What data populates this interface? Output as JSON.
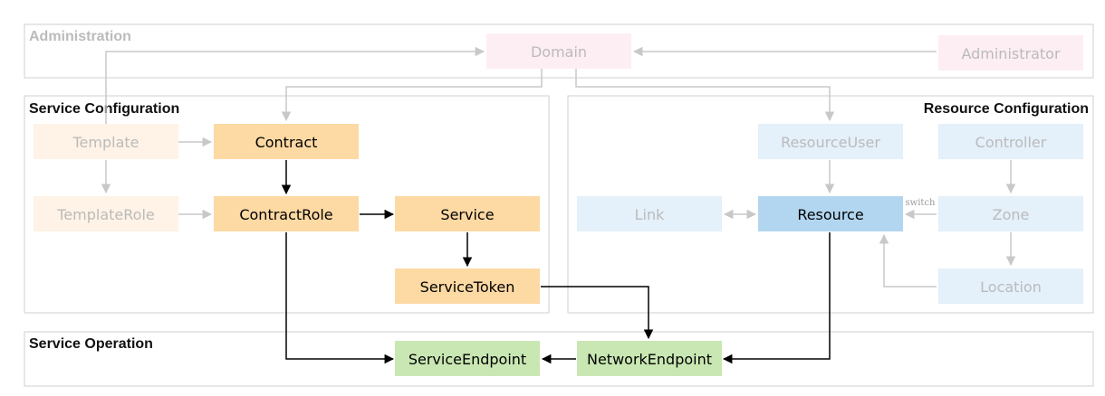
{
  "groups": {
    "administration": "Administration",
    "service_configuration": "Service Configuration",
    "resource_configuration": "Resource Configuration",
    "service_operation": "Service Operation"
  },
  "nodes": {
    "domain": "Domain",
    "administrator": "Administrator",
    "template": "Template",
    "contract": "Contract",
    "template_role": "TemplateRole",
    "contract_role": "ContractRole",
    "service": "Service",
    "service_token": "ServiceToken",
    "resource_user": "ResourceUser",
    "controller": "Controller",
    "link": "Link",
    "resource": "Resource",
    "zone": "Zone",
    "location": "Location",
    "service_endpoint": "ServiceEndpoint",
    "network_endpoint": "NetworkEndpoint"
  },
  "edge_labels": {
    "switch": "switch"
  },
  "colors": {
    "orange_active": "#fdd9a3",
    "orange_faded": "#fef3e6",
    "blue_active": "#b2d6f0",
    "blue_faded": "#e4f0fa",
    "green_active": "#c9e7b3",
    "pink_faded": "#fdeef3",
    "faded_text": "#bbbbbb",
    "faded_edge": "#c8c8c8",
    "group_border": "#cfcfcf"
  }
}
